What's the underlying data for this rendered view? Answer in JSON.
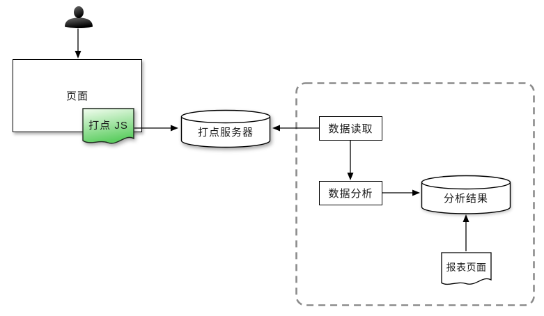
{
  "diagram": {
    "title": "tracking-analytics-flow-diagram",
    "nodes": {
      "page": {
        "label": "页面",
        "shape": "rectangle"
      },
      "js_note": {
        "label": "打点 JS",
        "shape": "document"
      },
      "tracking_server": {
        "label": "打点服务器",
        "shape": "cylinder"
      },
      "data_read": {
        "label": "数据读取",
        "shape": "rectangle"
      },
      "data_analysis": {
        "label": "数据分析",
        "shape": "rectangle"
      },
      "analysis_result": {
        "label": "分析结果",
        "shape": "cylinder"
      },
      "report_page": {
        "label": "报表页面",
        "shape": "document"
      },
      "user": {
        "label": "",
        "shape": "person-icon"
      }
    },
    "edges": [
      {
        "from": "user",
        "to": "page"
      },
      {
        "from": "js_note",
        "to": "tracking_server"
      },
      {
        "from": "data_read",
        "to": "tracking_server"
      },
      {
        "from": "data_read",
        "to": "data_analysis"
      },
      {
        "from": "data_analysis",
        "to": "analysis_result"
      },
      {
        "from": "report_page",
        "to": "analysis_result"
      }
    ],
    "colors": {
      "background": "#ffffff",
      "shape_fill": "#ffffff",
      "shape_border": "#000000",
      "note_green_top": "#f3fdf0",
      "note_green_bottom": "#5fce63",
      "note_border": "#1f2a1f",
      "dashed_border": "#8c8c8c",
      "person_dark": "#000000",
      "person_light": "#6b6b6b"
    }
  }
}
